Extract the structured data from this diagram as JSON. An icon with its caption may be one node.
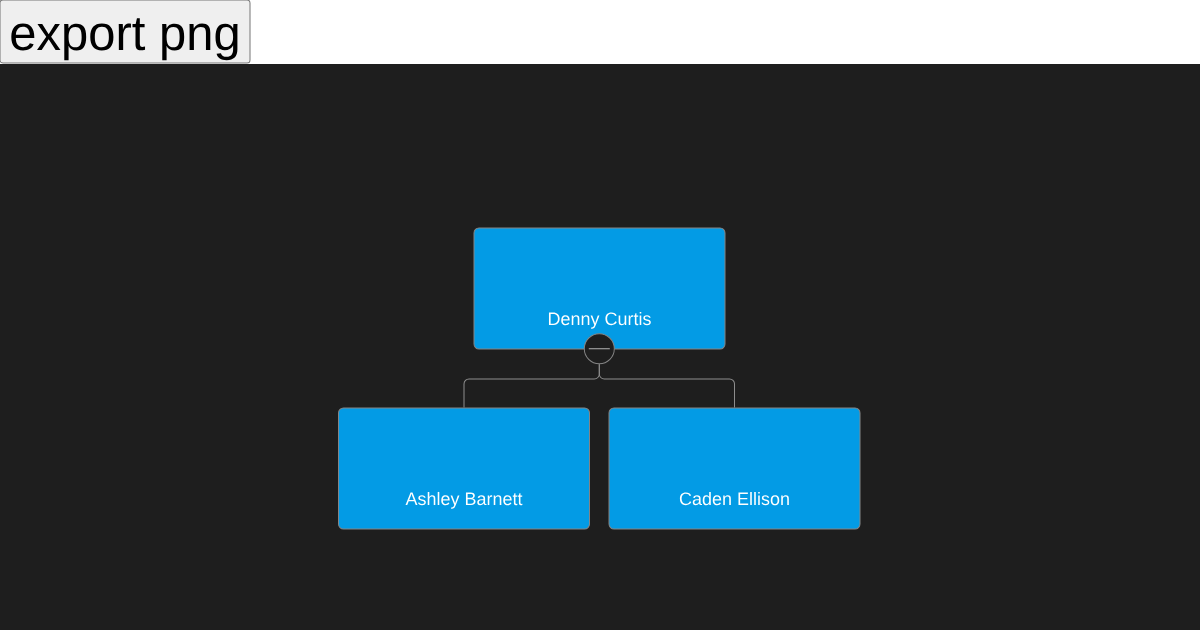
{
  "diagram": {
    "nodes": [
      {
        "text": [
          "Denny Curtis"
        ]
      },
      {
        "text": [],
        "shape": "circle"
      },
      {
        "text": [
          "Ashley Barnett"
        ]
      },
      {
        "text": [
          "Caden Ellison"
        ]
      }
    ],
    "edges": [
      {
        "from": 1,
        "to": 2,
        "arrow": "none"
      },
      {
        "from": 1,
        "to": 3,
        "arrow": "none"
      }
    ],
    "labels": [
      "export png"
    ]
  }
}
